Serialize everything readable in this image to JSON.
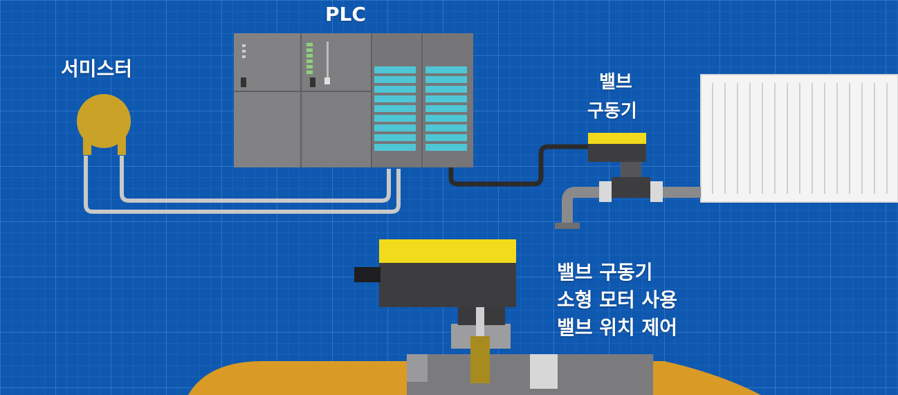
{
  "labels": {
    "plc": "PLC",
    "thermistor": "서미스터",
    "valve_actuator_line1": "밸브",
    "valve_actuator_line2": "구동기",
    "info_line1": "밸브 구동기",
    "info_line2": "소형 모터 사용",
    "info_line3": "밸브 위치 제어"
  },
  "colors": {
    "background": "#0f58b0",
    "plc_body": "#7b7b7d",
    "plc_io_led": "#4fc6d6",
    "status_led": "#8fd17a",
    "actuator_yellow": "#f2da1c",
    "actuator_body": "#3d3d3f",
    "pipe_grey": "#8a8a8c",
    "thermistor_yellow": "#c9a227",
    "wire_light": "#c9c9c9",
    "cable_dark": "#2b2b2b",
    "radiator": "#f4f4f4",
    "water": "#d99a26"
  }
}
